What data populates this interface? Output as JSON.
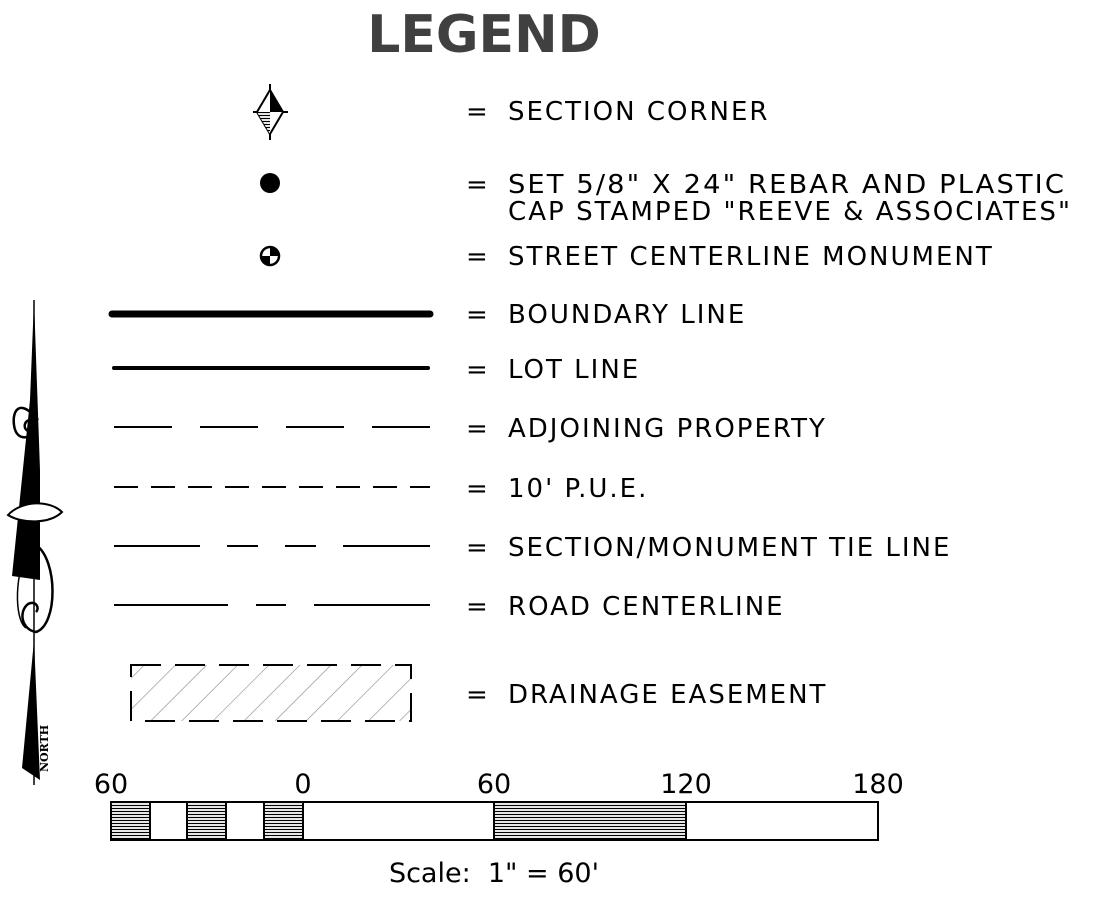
{
  "title": "LEGEND",
  "equals": "=",
  "items": [
    {
      "symbol": "section-corner",
      "label": "SECTION CORNER"
    },
    {
      "symbol": "rebar-dot",
      "label_lines": [
        "SET 5/8\" X 24\" REBAR AND PLASTIC",
        "CAP STAMPED \"REEVE & ASSOCIATES\""
      ]
    },
    {
      "symbol": "centerline-monument",
      "label": "STREET CENTERLINE MONUMENT"
    },
    {
      "symbol": "thick-solid-line",
      "label": "BOUNDARY LINE"
    },
    {
      "symbol": "solid-line",
      "label": "LOT LINE"
    },
    {
      "symbol": "long-dash-line",
      "label": "ADJOINING PROPERTY"
    },
    {
      "symbol": "short-dash-line",
      "label": "10' P.U.E."
    },
    {
      "symbol": "long-short-short-line",
      "label": "SECTION/MONUMENT TIE LINE"
    },
    {
      "symbol": "long-short-line",
      "label": "ROAD CENTERLINE"
    },
    {
      "symbol": "hatched-rectangle",
      "label": "DRAINAGE EASEMENT"
    }
  ],
  "north_arrow": {
    "label": "NORTH"
  },
  "scale_bar": {
    "ticks": [
      "60",
      "0",
      "60",
      "120",
      "180"
    ],
    "caption": "Scale:  1\" = 60'"
  }
}
